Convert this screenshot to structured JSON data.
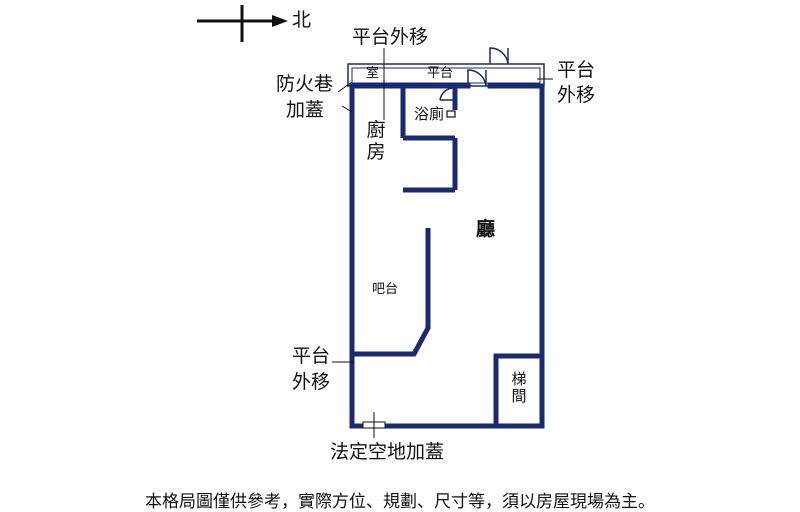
{
  "compass": {
    "label": "北"
  },
  "labels": {
    "platform_relocated_top": "平台外移",
    "room": "室",
    "platform": "平台",
    "platform_relocated_right_1": "平台",
    "platform_relocated_right_2": "外移",
    "fire_lane_1": "防火巷",
    "fire_lane_2": "加蓋",
    "bathroom": "浴廁",
    "kitchen": "廚房",
    "living_room": "廳",
    "bar": "吧台",
    "platform_relocated_left_1": "平台",
    "platform_relocated_left_2": "外移",
    "stairwell": "梯間",
    "open_space_covered": "法定空地加蓋"
  },
  "disclaimer": "本格局圖僅供參考，實際方位、規劃、尺寸等，須以房屋現場為主。",
  "colors": {
    "wall": "#1a2a72",
    "line": "#111111"
  }
}
